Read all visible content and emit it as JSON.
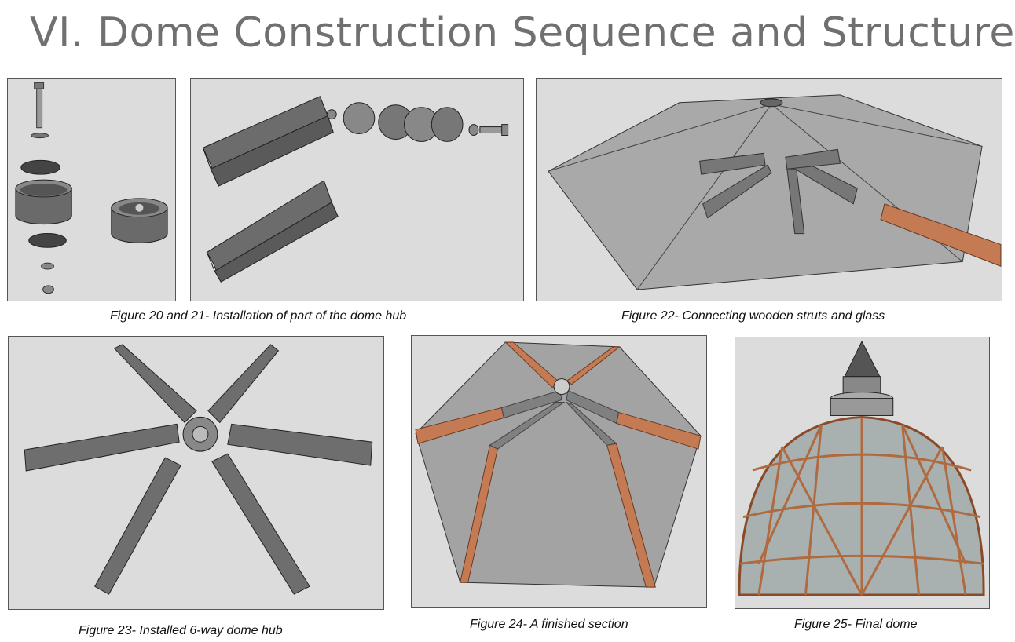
{
  "slide": {
    "title": "VI. Dome Construction Sequence and Structure"
  },
  "figures": [
    {
      "caption": "Figure 20 and 21-  Installation of part of the dome hub"
    },
    {
      "caption": "Figure 22- Connecting wooden struts and glass"
    },
    {
      "caption": "Figure 23- Installed 6-way dome hub"
    },
    {
      "caption": "Figure 24-  A finished section"
    },
    {
      "caption": "Figure 25- Final dome"
    }
  ],
  "colors": {
    "panel_bg": "#dcdcdc",
    "metal": "#6e6e6e",
    "wood": "#c47a52",
    "glass": "#9a9a9a",
    "title": "#707070"
  }
}
